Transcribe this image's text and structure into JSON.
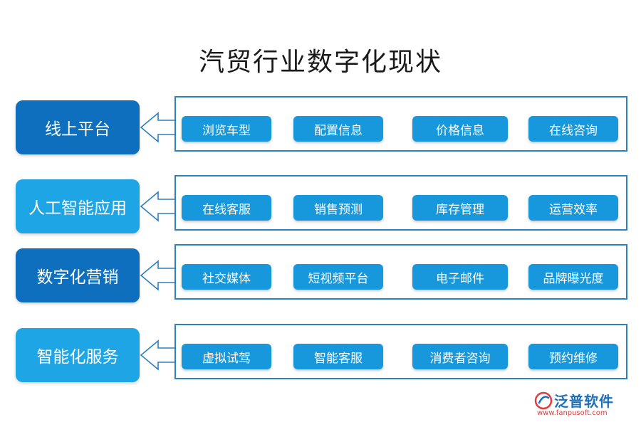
{
  "title": "汽贸行业数字化现状",
  "rows": [
    {
      "category": "线上平台",
      "items": [
        "浏览车型",
        "配置信息",
        "价格信息",
        "在线咨询"
      ]
    },
    {
      "category": "人工智能应用",
      "items": [
        "在线客服",
        "销售预测",
        "库存管理",
        "运营效率"
      ]
    },
    {
      "category": "数字化营销",
      "items": [
        "社交媒体",
        "短视频平台",
        "电子邮件",
        "品牌曝光度"
      ]
    },
    {
      "category": "智能化服务",
      "items": [
        "虚拟试驾",
        "智能客服",
        "消费者咨询",
        "预约维修"
      ]
    }
  ],
  "logo": {
    "name": "泛普软件",
    "url": "www.fanpusoft.com"
  },
  "colors": {
    "category_dark": "#0d6fbd",
    "category_light": "#1ea5e6",
    "item": "#1898dc",
    "panel_border": "#2d7fc2"
  }
}
